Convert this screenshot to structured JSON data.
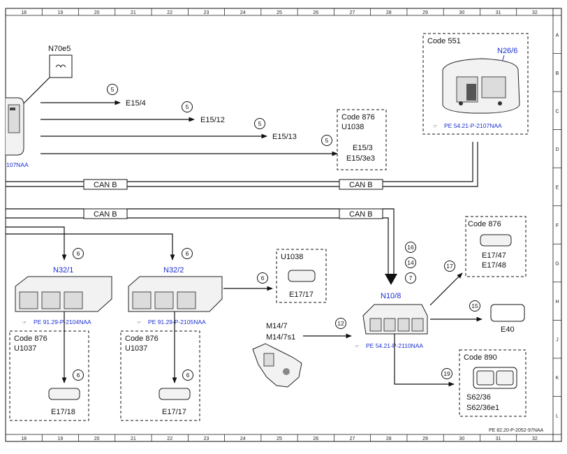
{
  "grid": {
    "columns": [
      "18",
      "19",
      "20",
      "21",
      "22",
      "23",
      "24",
      "25",
      "26",
      "27",
      "28",
      "29",
      "30",
      "31",
      "32"
    ],
    "rows": [
      "A",
      "B",
      "C",
      "D",
      "E",
      "F",
      "G",
      "H",
      "J",
      "K",
      "L"
    ]
  },
  "doc_ref": "PE 82.20-P-2052-97NAA",
  "left_partial_ref": "107NAA",
  "bus": {
    "can_b": "CAN B"
  },
  "connectors": {
    "n70e5": "N70e5",
    "e15_4": "E15/4",
    "e15_12": "E15/12",
    "e15_13": "E15/13",
    "n32_1": "N32/1",
    "n32_2": "N32/2",
    "n10_8": "N10/8",
    "m14_7": "M14/7",
    "m14_7s1": "M14/7s1",
    "e40": "E40",
    "n26_6": "N26/6"
  },
  "refs": {
    "n32_1": "PE 91.29-P-2104NAA",
    "n32_2": "PE 91.29-P-2105NAA",
    "n10_8": "PE 54.21-P-2110NAA",
    "n26_6": "PE 54.21-P-2107NAA"
  },
  "code_boxes": {
    "code876_top": {
      "code": "Code 876",
      "sub": "U1038",
      "l1": "E15/3",
      "l2": "E15/3e3"
    },
    "code551": {
      "code": "Code 551"
    },
    "code876_right": {
      "code": "Code 876",
      "l1": "E17/47",
      "l2": "E17/48"
    },
    "u1038_mid": {
      "code": "U1038",
      "l1": "E17/17"
    },
    "code876_bl1": {
      "code": "Code 876",
      "sub": "U1037",
      "l1": "E17/18"
    },
    "code876_bl2": {
      "code": "Code 876",
      "sub": "U1037",
      "l1": "E17/17"
    },
    "code890": {
      "code": "Code 890",
      "l1": "S62/36",
      "l2": "S62/36e1"
    }
  },
  "circles": {
    "c5a": "5",
    "c5b": "5",
    "c5c": "5",
    "c5d": "5",
    "c6a": "6",
    "c6b": "6",
    "c6c": "6",
    "c6d": "6",
    "c6e": "6",
    "c16": "16",
    "c14": "14",
    "c7": "7",
    "c17": "17",
    "c15": "15",
    "c12": "12",
    "c19": "19"
  }
}
